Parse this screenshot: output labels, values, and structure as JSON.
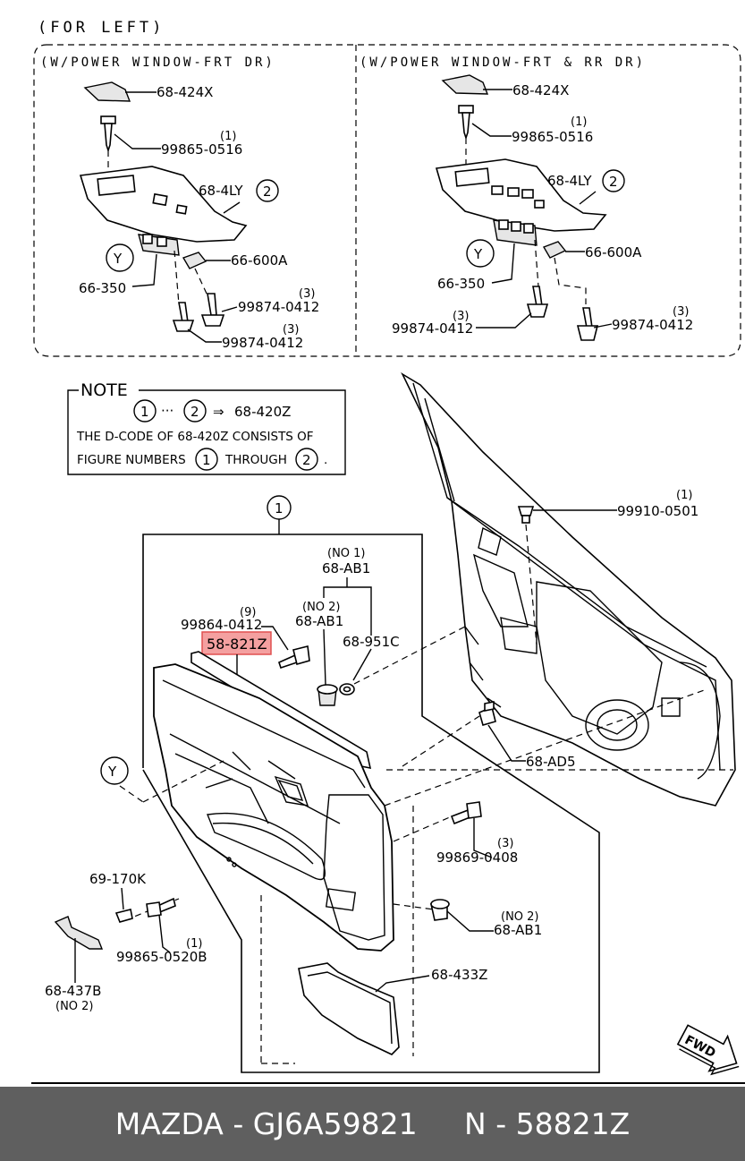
{
  "header": {
    "title": "(FOR LEFT)"
  },
  "panel_left": {
    "title": "(W/POWER WINDOW-FRT DR)",
    "labels": {
      "p424x": "68-424X",
      "screw_qty": "(1)",
      "screw": "99865-0516",
      "p4ly": "68-4LY",
      "p4ly_circle": "2",
      "y": "Y",
      "p66350": "66-350",
      "p66600a": "66-600A",
      "bolt1_qty": "(3)",
      "bolt1": "99874-0412",
      "bolt2_qty": "(3)",
      "bolt2": "99874-0412"
    }
  },
  "panel_right": {
    "title": "(W/POWER WINDOW-FRT & RR DR)",
    "labels": {
      "p424x": "68-424X",
      "screw_qty": "(1)",
      "screw": "99865-0516",
      "p4ly": "68-4LY",
      "p4ly_circle": "2",
      "y": "Y",
      "p66350": "66-350",
      "p66600a": "66-600A",
      "bolt1_qty": "(3)",
      "bolt1": "99874-0412",
      "bolt2_qty": "(3)",
      "bolt2": "99874-0412"
    }
  },
  "note": {
    "title": "NOTE",
    "circle_1": "1",
    "dots": "···",
    "circle_2": "2",
    "arrow": "⇒",
    "code": "68-420Z",
    "line2": "THE D-CODE OF  68-420Z  CONSISTS OF",
    "line3a": "FIGURE NUMBERS",
    "line3b": "THROUGH",
    "line3c": "."
  },
  "main": {
    "circle_1": "1",
    "p99910_qty": "(1)",
    "p99910": "99910-0501",
    "no1": "(NO 1)",
    "ab1_top": "68-AB1",
    "no2": "(NO 2)",
    "ab1_mid": "68-AB1",
    "p951c": "68-951C",
    "p99864_qty": "(9)",
    "p99864": "99864-0412",
    "highlight": "58-821Z",
    "y": "Y",
    "ad5": "68-AD5",
    "p99869_qty": "(3)",
    "p99869": "99869-0408",
    "p170k": "69-170K",
    "ab1_no2": "(NO 2)",
    "ab1_low": "68-AB1",
    "p99865_qty": "(1)",
    "p99865": "99865-0520B",
    "p437b": "68-437B",
    "p437b_no": "(NO 2)",
    "p433z": "68-433Z",
    "fwd": "FWD"
  },
  "colors": {
    "highlight_fill": "#f4a0a0",
    "highlight_stroke": "#e05050",
    "footer_bg": "#5f5f5f"
  },
  "footer": {
    "text": "MAZDA - GJ6A59821     N - 58821Z"
  }
}
